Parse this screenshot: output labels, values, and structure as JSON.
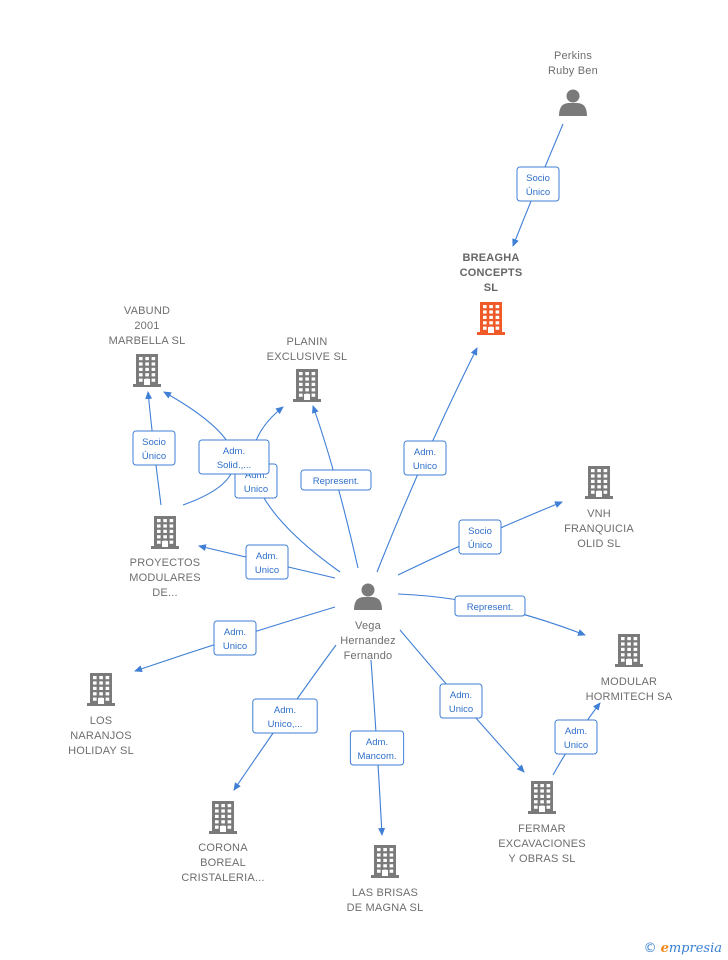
{
  "colors": {
    "edge": "#3f7fd6",
    "company": "#7a7a7a",
    "highlight": "#f05a28",
    "person": "#7a7a7a"
  },
  "nodes": [
    {
      "id": "perkins",
      "kind": "person",
      "icon": "person-icon",
      "lines": [
        "Perkins",
        "Ruby Ben"
      ],
      "bold": false
    },
    {
      "id": "breagha",
      "kind": "company",
      "highlight": true,
      "icon": "building-icon",
      "lines": [
        "BREAGHA",
        "CONCEPTS",
        "SL"
      ],
      "bold": true
    },
    {
      "id": "vabund",
      "kind": "company",
      "icon": "building-icon",
      "lines": [
        "VABUND",
        "2001",
        "MARBELLA SL"
      ],
      "bold": false
    },
    {
      "id": "planin",
      "kind": "company",
      "icon": "building-icon",
      "lines": [
        "PLANIN",
        "EXCLUSIVE SL"
      ],
      "bold": false
    },
    {
      "id": "proyectos",
      "kind": "company",
      "icon": "building-icon",
      "lines": [
        "PROYECTOS",
        "MODULARES",
        "DE..."
      ],
      "bold": false
    },
    {
      "id": "vnh",
      "kind": "company",
      "icon": "building-icon",
      "lines": [
        "VNH",
        "FRANQUICIA",
        "OLID SL"
      ],
      "bold": false
    },
    {
      "id": "vega",
      "kind": "person",
      "icon": "person-icon",
      "lines": [
        "Vega",
        "Hernandez",
        "Fernando"
      ],
      "bold": false
    },
    {
      "id": "modular",
      "kind": "company",
      "icon": "building-icon",
      "lines": [
        "MODULAR",
        "HORMITECH SA"
      ],
      "bold": false
    },
    {
      "id": "naranjos",
      "kind": "company",
      "icon": "building-icon",
      "lines": [
        "LOS",
        "NARANJOS",
        "HOLIDAY SL"
      ],
      "bold": false
    },
    {
      "id": "corona",
      "kind": "company",
      "icon": "building-icon",
      "lines": [
        "CORONA",
        "BOREAL",
        "CRISTALERIA..."
      ],
      "bold": false
    },
    {
      "id": "brisas",
      "kind": "company",
      "icon": "building-icon",
      "lines": [
        "LAS BRISAS",
        "DE MAGNA SL"
      ],
      "bold": false
    },
    {
      "id": "fermar",
      "kind": "company",
      "icon": "building-icon",
      "lines": [
        "FERMAR",
        "EXCAVACIONES",
        "Y OBRAS SL"
      ],
      "bold": false
    }
  ],
  "edges": [
    {
      "from": "perkins",
      "to": "breagha",
      "label": [
        "Socio",
        "Único"
      ]
    },
    {
      "from": "vega",
      "to": "breagha",
      "label": [
        "Adm.",
        "Unico"
      ]
    },
    {
      "from": "vega",
      "to": "planin",
      "label": [
        "Represent."
      ]
    },
    {
      "from": "vega",
      "to": "planin",
      "label": [
        "Adm.",
        "Unico"
      ]
    },
    {
      "from": "proyectos",
      "to": "vabund",
      "label": [
        "Socio",
        "Único"
      ]
    },
    {
      "from": "proyectos",
      "to": "vabund",
      "label": [
        "Adm.",
        "Solid.,..."
      ]
    },
    {
      "from": "vega",
      "to": "proyectos",
      "label": [
        "Adm.",
        "Unico"
      ]
    },
    {
      "from": "vega",
      "to": "vnh",
      "label": [
        "Socio",
        "Único"
      ]
    },
    {
      "from": "vega",
      "to": "modular",
      "label": [
        "Represent."
      ]
    },
    {
      "from": "vega",
      "to": "naranjos",
      "label": [
        "Adm.",
        "Unico"
      ]
    },
    {
      "from": "vega",
      "to": "corona",
      "label": [
        "Adm.",
        "Unico,..."
      ]
    },
    {
      "from": "vega",
      "to": "brisas",
      "label": [
        "Adm.",
        "Mancom."
      ]
    },
    {
      "from": "vega",
      "to": "fermar",
      "label": [
        "Adm.",
        "Unico"
      ]
    },
    {
      "from": "fermar",
      "to": "modular",
      "label": [
        "Adm.",
        "Unico"
      ]
    }
  ],
  "footer": {
    "copyright": "©",
    "brand_initial": "e",
    "brand_rest": "mpresia"
  }
}
